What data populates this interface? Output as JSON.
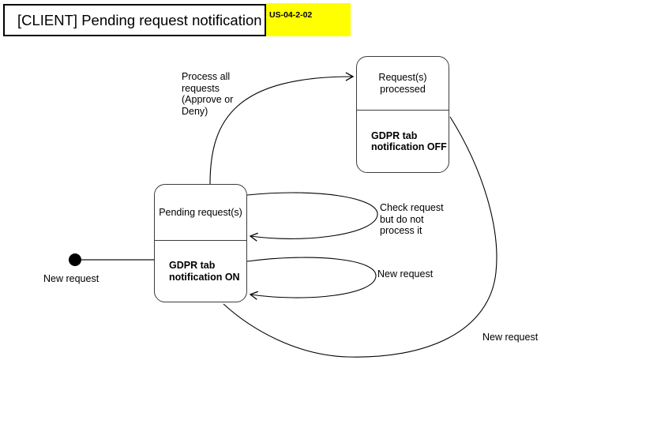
{
  "header": {
    "title": "[CLIENT] Pending request notification",
    "badge": "US-04-2-02",
    "badge_color": "#ffff00"
  },
  "diagram": {
    "type": "state-machine",
    "stroke_color": "#3c3c3c",
    "states": [
      {
        "id": "pending",
        "name": "Pending request(s)",
        "status": "GDPR tab\nnotification ON"
      },
      {
        "id": "processed",
        "name": "Request(s)\nprocessed",
        "status": "GDPR tab\nnotification OFF"
      }
    ],
    "start_node": {
      "name": "start-node",
      "label": "New request"
    },
    "transitions": [
      {
        "id": "start-to-pending",
        "from": "start",
        "to": "pending",
        "label": "New request"
      },
      {
        "id": "pending-to-processed",
        "from": "pending",
        "to": "processed",
        "label": "Process all\nrequests\n(Approve or\nDeny)"
      },
      {
        "id": "pending-self-check",
        "from": "pending",
        "to": "pending",
        "label": "Check request\nbut do not\nprocess it"
      },
      {
        "id": "pending-self-new",
        "from": "pending",
        "to": "pending",
        "label": "New request"
      },
      {
        "id": "processed-to-pending",
        "from": "processed",
        "to": "pending",
        "label": "New request"
      }
    ]
  }
}
